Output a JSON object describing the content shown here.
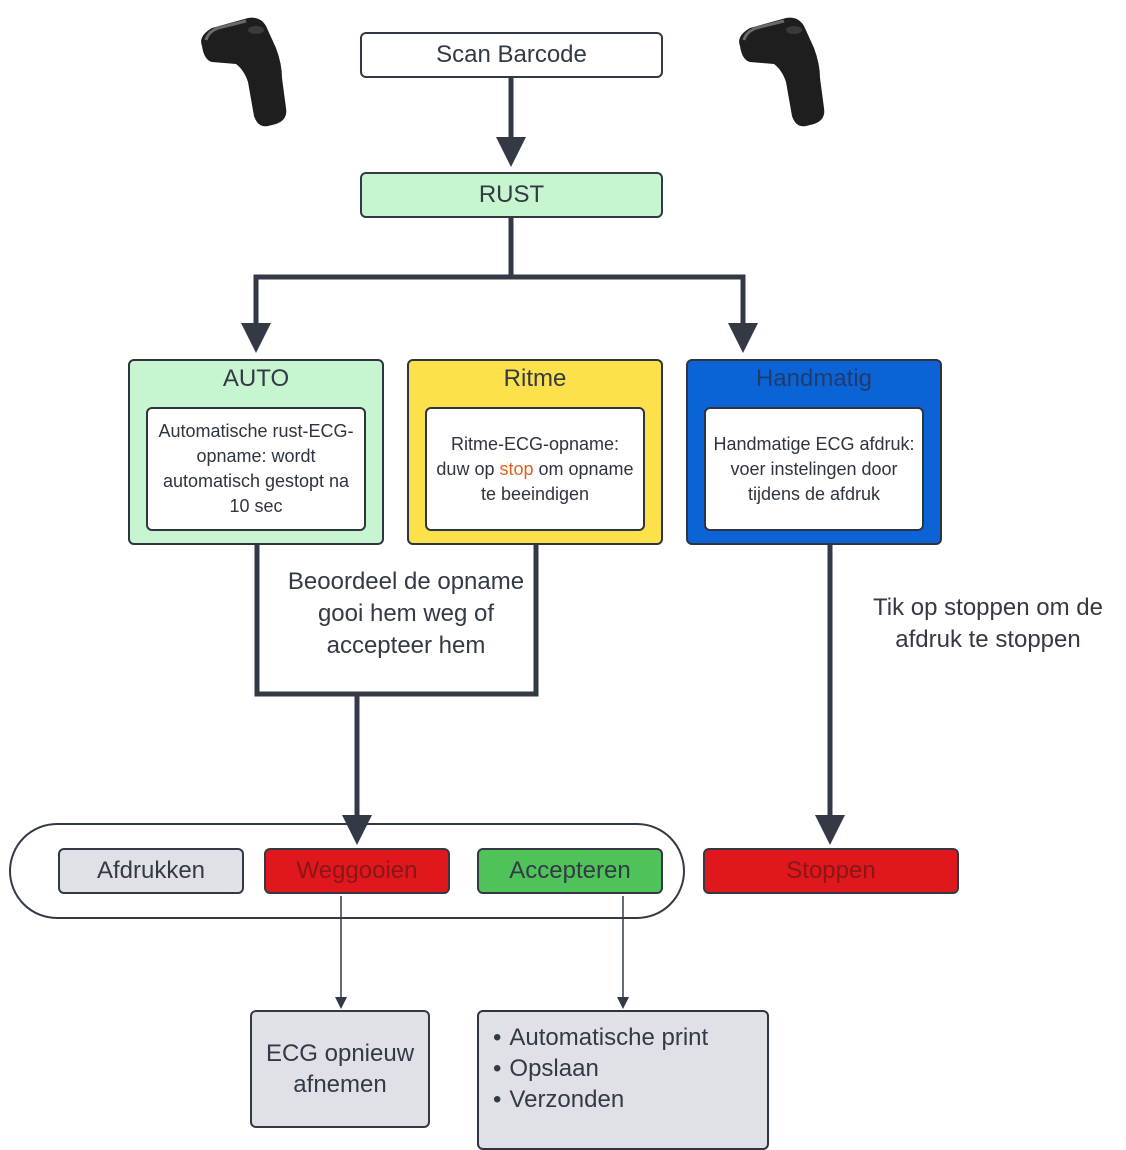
{
  "steps": {
    "scan": "Scan Barcode",
    "rust": "RUST"
  },
  "modes": {
    "auto": {
      "title": "AUTO",
      "description": "Automatische rust-ECG-opname: wordt automatisch gestopt na 10 sec"
    },
    "ritme": {
      "title": "Ritme",
      "description_before": "Ritme-ECG-opname: duw op ",
      "description_highlight": "stop",
      "description_after": " om opname te beeindigen"
    },
    "handmatig": {
      "title": "Handmatig",
      "description": "Handmatige ECG afdruk: voer instelingen door tijdens de afdruk"
    }
  },
  "review_note": "Beoordeel de opname gooi hem weg of accepteer hem",
  "stop_note": "Tik op stoppen om de afdruk te stoppen",
  "actions": {
    "afdrukken": "Afdrukken",
    "weggooien": "Weggooien",
    "accepteren": "Accepteren",
    "stoppen": "Stoppen"
  },
  "outcomes": {
    "weggooien": "ECG opnieuw afnemen",
    "accepteren": [
      "Automatische print",
      "Opslaan",
      "Verzonden"
    ]
  },
  "icons": {
    "scanner_left": "barcode-scanner-icon",
    "scanner_right": "barcode-scanner-icon"
  },
  "colors": {
    "green_light": "#c7f5cf",
    "yellow": "#fde14a",
    "blue": "#0b63d6",
    "red": "#e0171c",
    "red_text": "#8a1616",
    "green_action": "#4fc35a",
    "gray": "#dfe1e6",
    "stop_orange": "#d9631f",
    "dark": "#333a45"
  }
}
